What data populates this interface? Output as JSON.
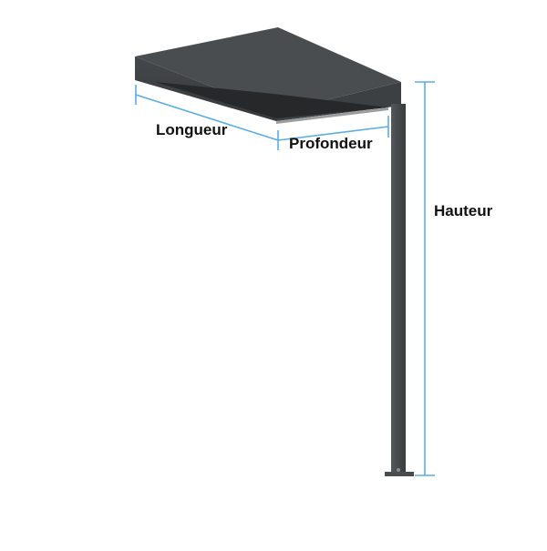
{
  "labels": {
    "length": "Longueur",
    "depth": "Profondeur",
    "height": "Hauteur"
  },
  "colors": {
    "structure_dark": "#3b3e41",
    "structure_mid": "#46494c",
    "structure_light": "#55585b",
    "underside": "#26282a",
    "dimension_line": "#5aaee6",
    "label_text": "#111111"
  }
}
